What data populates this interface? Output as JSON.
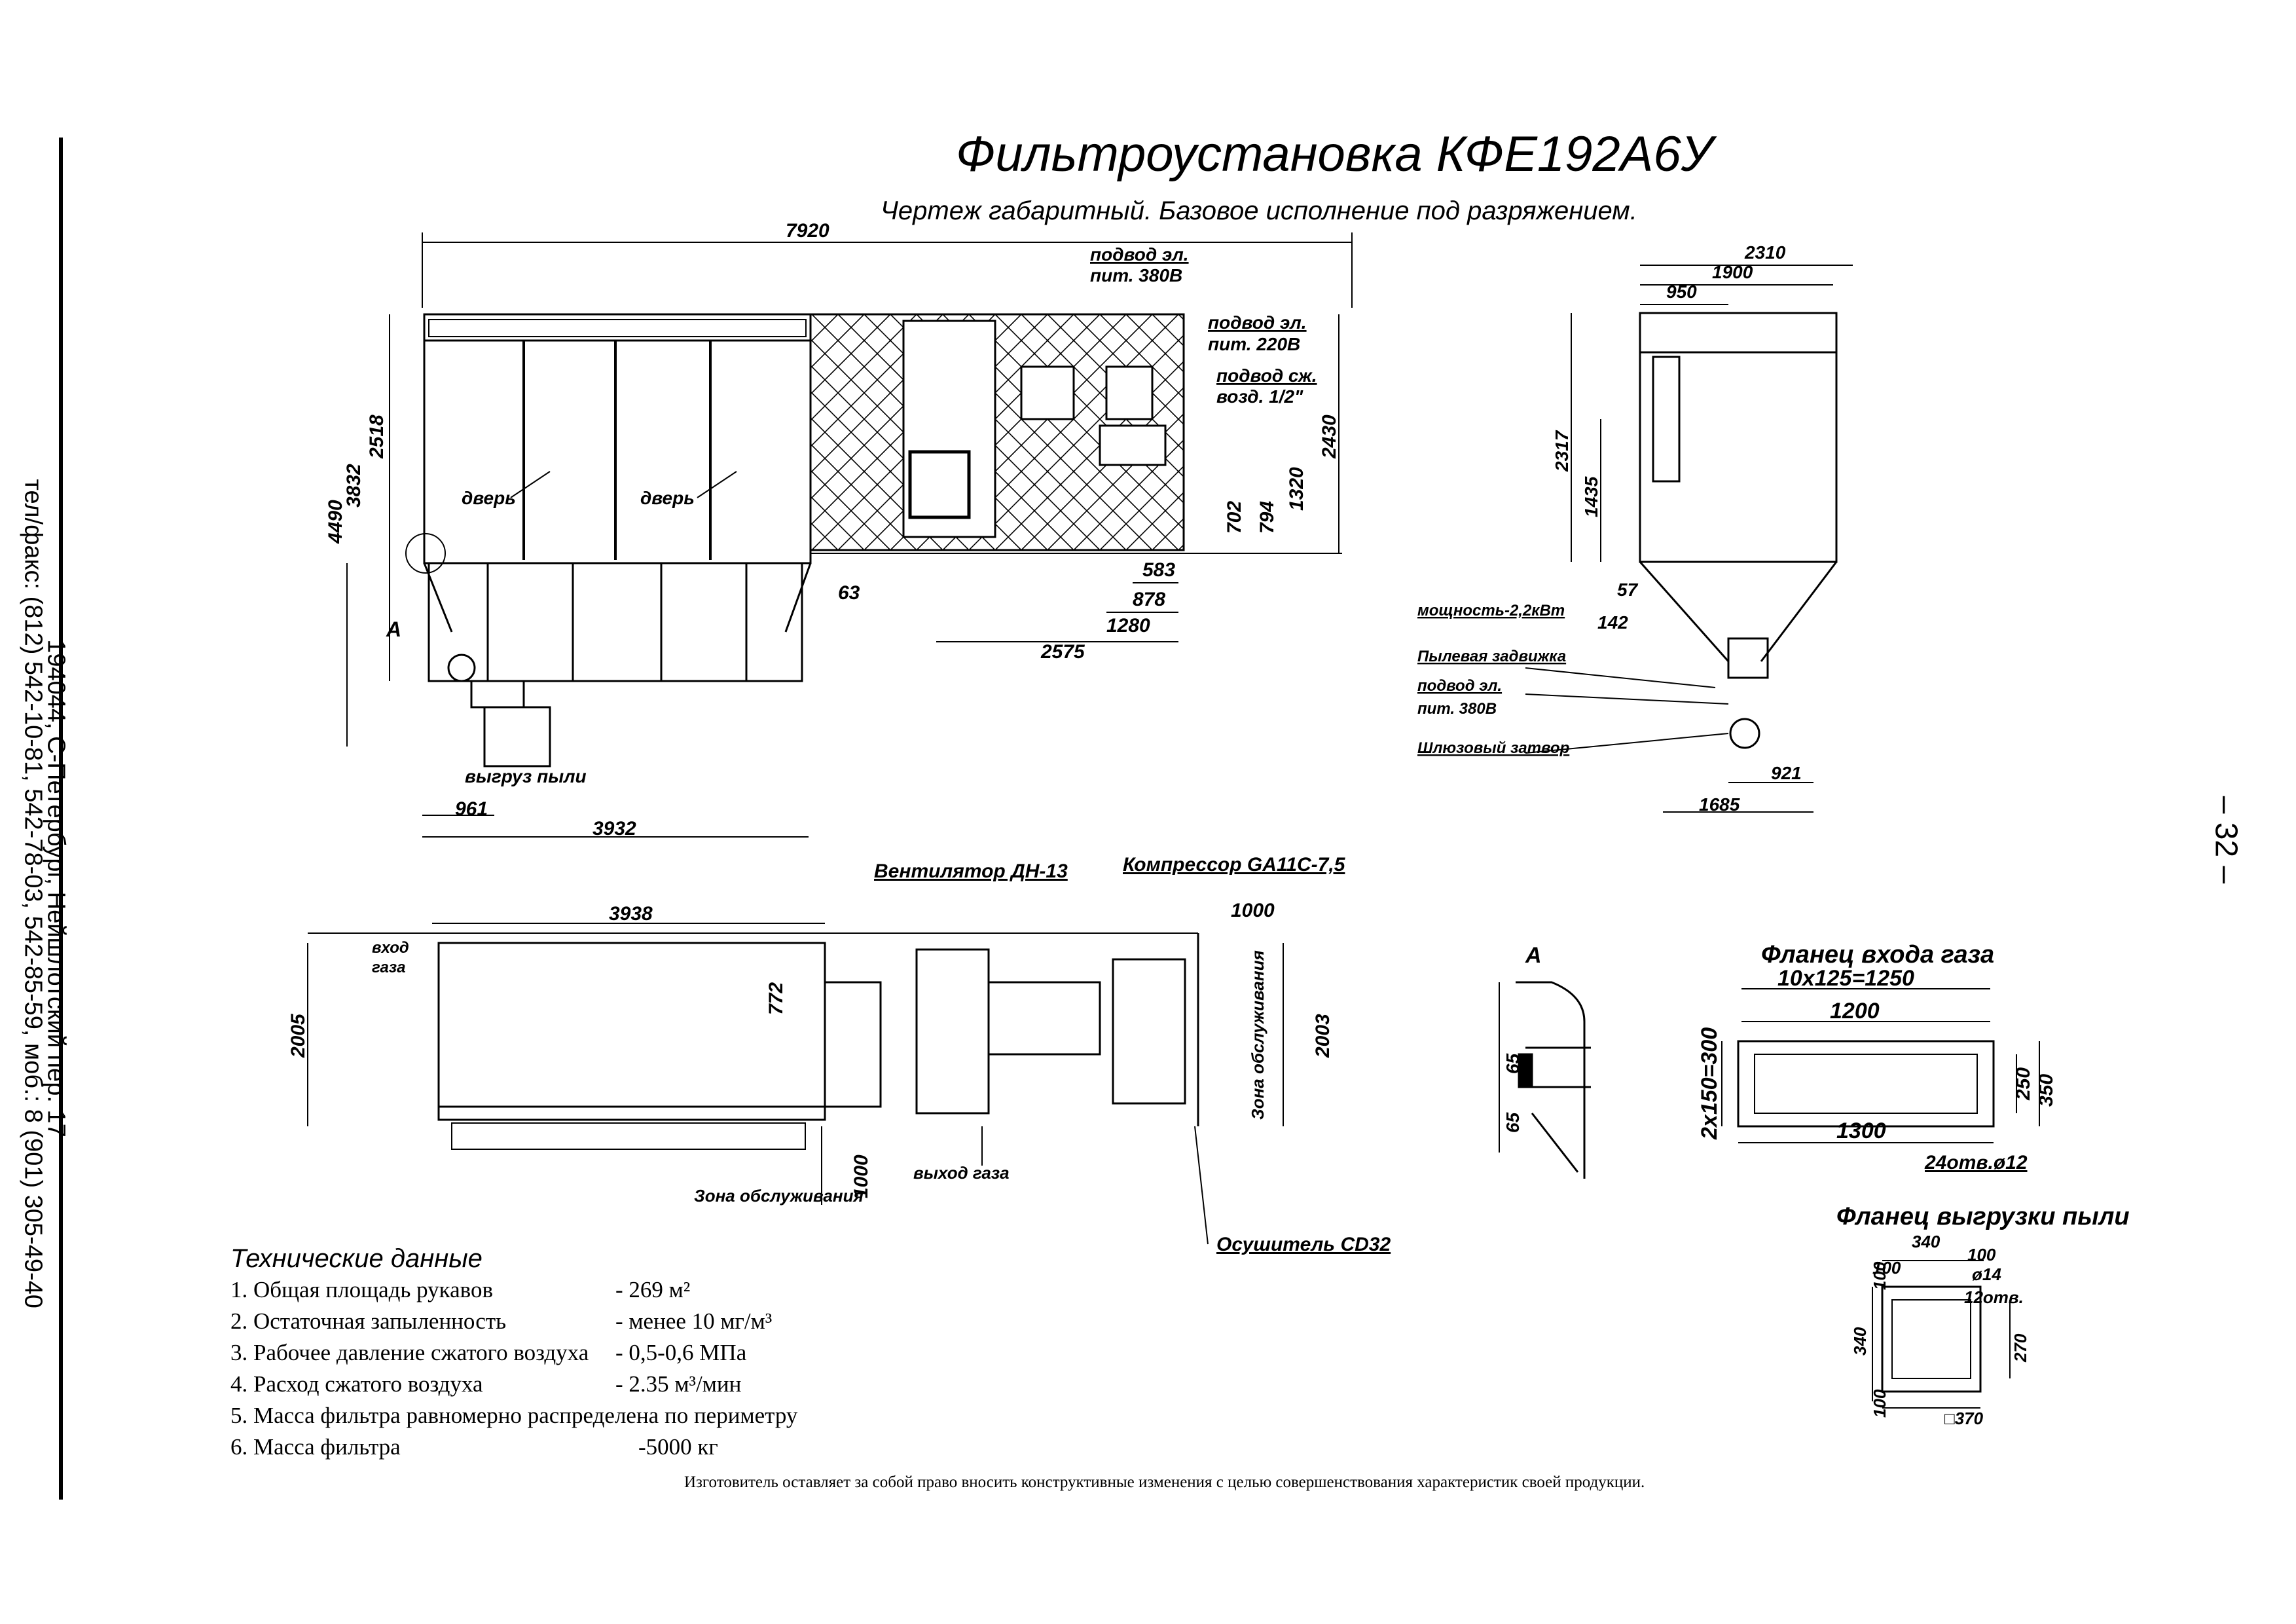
{
  "title": "Фильтроустановка КФЕ192А6У",
  "subtitle": "Чертеж габаритный. Базовое исполнение под разряжением.",
  "page_number": "– 32 –",
  "address_line1": "194044, С-Петербург, Нейшлотский пер. 17",
  "address_line2": "тел/факс: (812) 542-10-81, 542-78-03, 542-85-59, моб.: 8 (901) 305-49-40",
  "footer_note": "Изготовитель оставляет за собой право вносить конструктивные изменения с целью совершенствования характеристик своей продукции.",
  "tech": {
    "heading": "Технические данные",
    "rows": [
      {
        "label": "1. Общая площадь рукавов",
        "value": "- 269 м²"
      },
      {
        "label": "2. Остаточная запыленность",
        "value": "- менее 10 мг/м³"
      },
      {
        "label": "3. Рабочее давление сжатого воздуха",
        "value": "- 0,5-0,6 МПа"
      },
      {
        "label": "4. Расход сжатого воздуха",
        "value": "- 2.35 м³/мин"
      },
      {
        "label": "5. Масса фильтра равномерно распределена по периметру",
        "value": ""
      },
      {
        "label": "6. Масса фильтра",
        "value": "-5000 кг"
      }
    ]
  },
  "front_view": {
    "dims": {
      "overall_length": "7920",
      "height_total": "4490",
      "height_body": "3832",
      "height_upper": "2518",
      "right_height": "2430",
      "h_1320": "1320",
      "h_794": "794",
      "h_702": "702",
      "w_583": "583",
      "w_878": "878",
      "w_1280": "1280",
      "w_2575": "2575",
      "w_63": "63",
      "w_961": "961",
      "w_3932": "3932"
    },
    "labels": {
      "door1": "дверь",
      "door2": "дверь",
      "detail_ref": "А",
      "dust_out": "выгруз пыли",
      "power_380_a": "подвод эл.",
      "power_380_b": "пит. 380В",
      "power_220_a": "подвод эл.",
      "power_220_b": "пит. 220В",
      "air_a": "подвод сж.",
      "air_b": "возд. 1/2\""
    }
  },
  "side_view": {
    "dims": {
      "w_2310": "2310",
      "w_1900": "1900",
      "w_950": "950",
      "h_2317": "2317",
      "h_1435": "1435",
      "w_57": "57",
      "w_142": "142",
      "w_921": "921",
      "w_1685": "1685"
    },
    "labels": {
      "power": "мощность-2,2кВт",
      "gate": "Пылевая задвижка",
      "power380_a": "подвод эл.",
      "power380_b": "пит. 380В",
      "lock": "Шлюзовый затвор"
    }
  },
  "plan_view": {
    "dims": {
      "w_3938": "3938",
      "w_1000_top": "1000",
      "h_2005": "2005",
      "h_2003": "2003",
      "h_772": "772",
      "h_1000_bottom": "1000"
    },
    "labels": {
      "fan": "Вентилятор ДН-13",
      "compressor": "Компрессор GA11C-7,5",
      "gas_in_a": "вход",
      "gas_in_b": "газа",
      "gas_out": "выход газа",
      "service_zone_bottom": "Зона обслуживания",
      "service_zone_right": "Зона обслуживания",
      "dryer": "Осушитель CD32"
    }
  },
  "detail_a": {
    "label": "А",
    "dim_65_top": "65",
    "dim_65_bottom": "65"
  },
  "gas_flange": {
    "title": "Фланец входа газа",
    "dim_top": "10x125=1250",
    "dim_1200": "1200",
    "dim_1300": "1300",
    "dim_left": "2x150=300",
    "dim_250": "250",
    "dim_350": "350",
    "holes": "24отв.ø12"
  },
  "dust_flange": {
    "title": "Фланец выгрузки пыли",
    "dim_340_top": "340",
    "dim_100_left": "100",
    "dim_100_right": "100",
    "dim_d14": "ø14",
    "holes": "12отв.",
    "dim_100_v_top": "100",
    "dim_340_v": "340",
    "dim_270": "270",
    "dim_100_v_bottom": "100",
    "dim_370": "□370"
  }
}
